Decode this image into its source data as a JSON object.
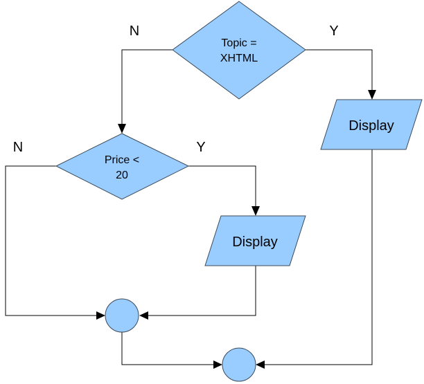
{
  "diagram": {
    "fill_color": "#99ccff",
    "decision_topic": {
      "lines": [
        "Topic =",
        "XHTML"
      ]
    },
    "decision_price": {
      "lines": [
        "Price <",
        "20"
      ]
    },
    "display_right": {
      "label": "Display"
    },
    "display_middle": {
      "label": "Display"
    },
    "branches": {
      "topic_no": "N",
      "topic_yes": "Y",
      "price_no": "N",
      "price_yes": "Y"
    }
  }
}
